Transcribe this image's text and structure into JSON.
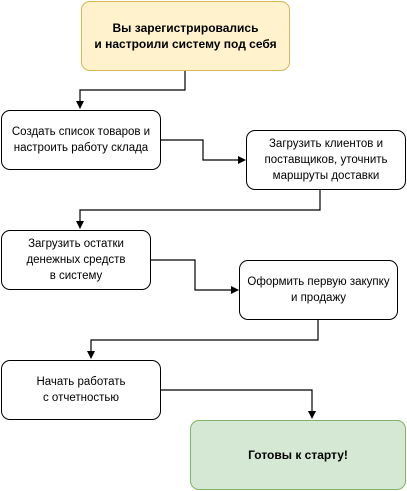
{
  "nodes": {
    "start": "Вы зарегистрировались\nи настроили систему под себя",
    "products": "Создать список товаров и\nнастроить работу склада",
    "clients": "Загрузить клиентов и\nпоставщиков, уточнить\nмаршруты доставки",
    "balances": "Загрузить остатки\nденежных средств\nв систему",
    "purchase": "Оформить первую закупку\nи продажу",
    "reporting": "Начать работать\nс отчетностью",
    "finish": "Готовы к старту!"
  },
  "colors": {
    "start_fill": "#fff2cc",
    "start_stroke": "#d6b656",
    "finish_fill": "#d5e8d4",
    "finish_stroke": "#82b366",
    "edge": "#000000"
  }
}
